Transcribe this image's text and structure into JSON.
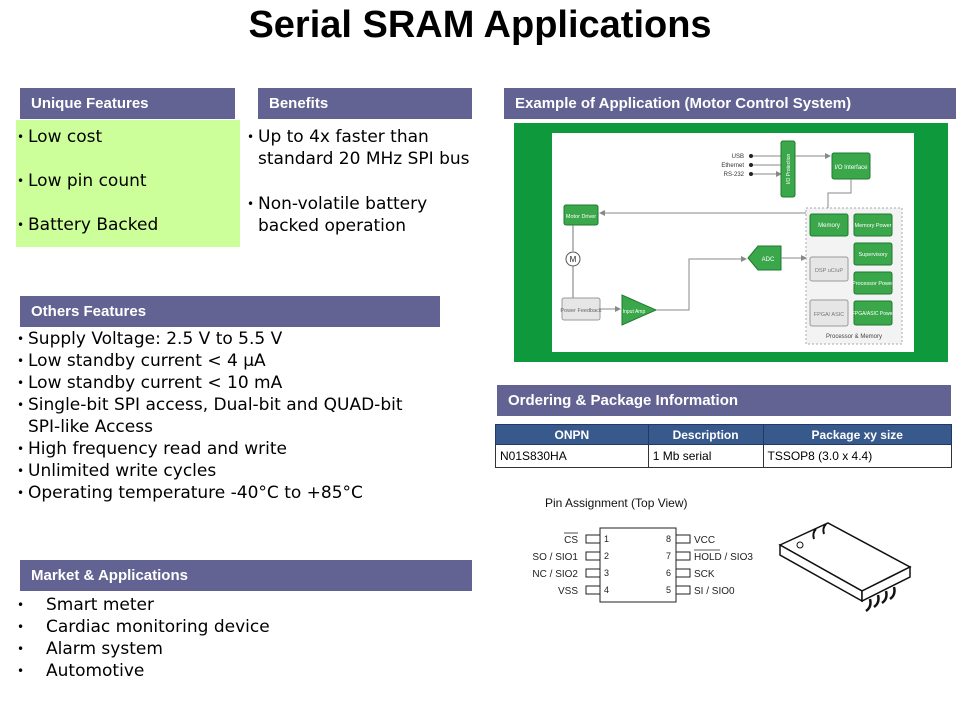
{
  "page": {
    "title": "Serial SRAM Applications"
  },
  "unique_features": {
    "header": "Unique Features",
    "items": [
      "Low cost",
      "Low pin count",
      "Battery Backed"
    ]
  },
  "benefits": {
    "header": "Benefits",
    "items": [
      {
        "line1": "Up to 4x faster than",
        "line2": "standard 20 MHz SPI bus"
      },
      {
        "line1": "Non-volatile battery",
        "line2": "backed operation"
      }
    ]
  },
  "others": {
    "header": "Others Features",
    "items": [
      "Supply Voltage: 2.5 V to 5.5 V",
      "Low standby current < 4 μA",
      "Low standby current < 10 mA",
      {
        "line1": "Single-bit SPI access, Dual-bit and QUAD-bit",
        "line2": "SPI-like Access"
      },
      "High frequency read and write",
      "Unlimited write cycles",
      "Operating temperature -40°C to +85°C"
    ]
  },
  "market": {
    "header": "Market & Applications",
    "items": [
      "Smart meter",
      "Cardiac monitoring device",
      "Alarm system",
      "Automotive"
    ]
  },
  "example": {
    "header": "Example of Application (Motor Control System)",
    "diagram": {
      "usb": "USB",
      "ethernet": "Ethernet",
      "rs232": "RS-232",
      "io_protection": "I/O Protection",
      "io_interface": "I/O Interface",
      "motor_driver": "Motor Driver",
      "motor": "M",
      "memory": "Memory",
      "memory_power": "Memory Power",
      "supervisory": "Supervisory",
      "adc": "ADC",
      "dsp": "DSP uC/uP",
      "processor_power": "Processor Power",
      "power_feedback": "Power Feedback",
      "input_amp": "Input Amp",
      "fpga_asic": "FPGA/ ASIC",
      "fpga_asic_power": "FPGA/ASIC Power",
      "proc_mem_label": "Processor & Memory"
    }
  },
  "ordering": {
    "header": "Ordering & Package Information",
    "columns": [
      "ONPN",
      "Description",
      "Package xy size"
    ],
    "rows": [
      [
        "N01S830HA",
        "1 Mb serial",
        "TSSOP8 (3.0 x 4.4)"
      ]
    ]
  },
  "pins": {
    "title": "Pin Assignment (Top View)",
    "left": [
      {
        "label": "CS",
        "num": "1"
      },
      {
        "label": "SO / SIO1",
        "num": "2"
      },
      {
        "label": "NC / SIO2",
        "num": "3"
      },
      {
        "label": "VSS",
        "num": "4"
      }
    ],
    "right": [
      {
        "label": "VCC",
        "num": "8"
      },
      {
        "label": "HOLD / SIO3",
        "num": "7"
      },
      {
        "label": "SCK",
        "num": "6"
      },
      {
        "label": "SI / SIO0",
        "num": "5"
      }
    ]
  },
  "colors": {
    "header_bg": "#636393",
    "green_box": "#ccff99",
    "motor_bg": "#0e9a3c",
    "table_header": "#38598c"
  }
}
